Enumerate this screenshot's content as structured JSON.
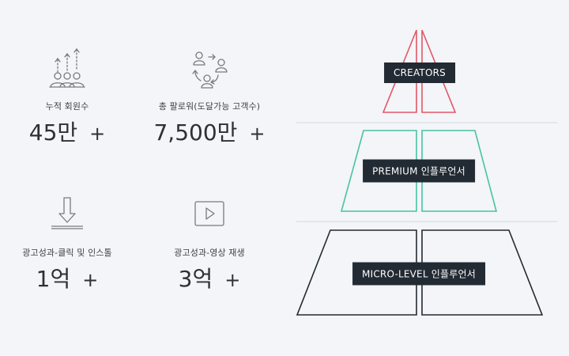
{
  "stats": [
    {
      "label": "누적 회원수",
      "value": "45만",
      "suffix": "+",
      "icon": "users-growth-icon"
    },
    {
      "label": "총 팔로워(도달가능 고객수)",
      "value": "7,500만",
      "suffix": "+",
      "icon": "people-network-icon"
    },
    {
      "label": "광고성과-클릭 및 인스톨",
      "value": "1억",
      "suffix": "+",
      "icon": "download-icon"
    },
    {
      "label": "광고성과-영상 재생",
      "value": "3억",
      "suffix": "+",
      "icon": "video-play-icon"
    }
  ],
  "pyramid": {
    "tiers": [
      {
        "label": "CREATORS",
        "color": "#e35668"
      },
      {
        "label": "PREMIUM 인플루언서",
        "color": "#49c2a3"
      },
      {
        "label": "MICRO-LEVEL 인플루언서",
        "color": "#222a33"
      }
    ],
    "divider_color": "#d3d7dc"
  },
  "colors": {
    "background": "#f3f5f8",
    "icon": "#777a80",
    "text": "#2e3034"
  }
}
